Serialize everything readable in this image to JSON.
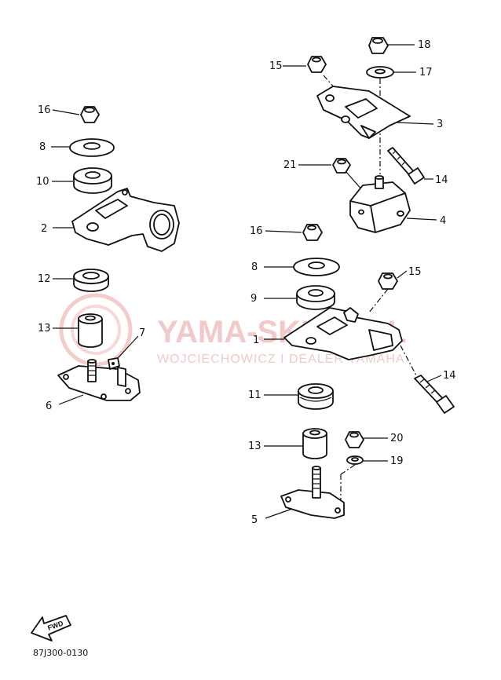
{
  "watermark": {
    "text": "YAMA-SKLEP.PL",
    "subtext": "WOJCIECHOWICZ I DEALER YAMAHA"
  },
  "drawing_code": "87J300-0130",
  "fwd_label": "FWD",
  "callouts": {
    "left": {
      "c16": "16",
      "c8": "8",
      "c10": "10",
      "c2": "2",
      "c12": "12",
      "c13": "13",
      "c7": "7",
      "c6": "6"
    },
    "right": {
      "c15a": "15",
      "c18": "18",
      "c17": "17",
      "c3": "3",
      "c21": "21",
      "c14a": "14",
      "c4": "4",
      "c16": "16",
      "c8": "8",
      "c15b": "15",
      "c9": "9",
      "c1": "1",
      "c14b": "14",
      "c11": "11",
      "c13": "13",
      "c20": "20",
      "c19": "19",
      "c5": "5"
    }
  }
}
